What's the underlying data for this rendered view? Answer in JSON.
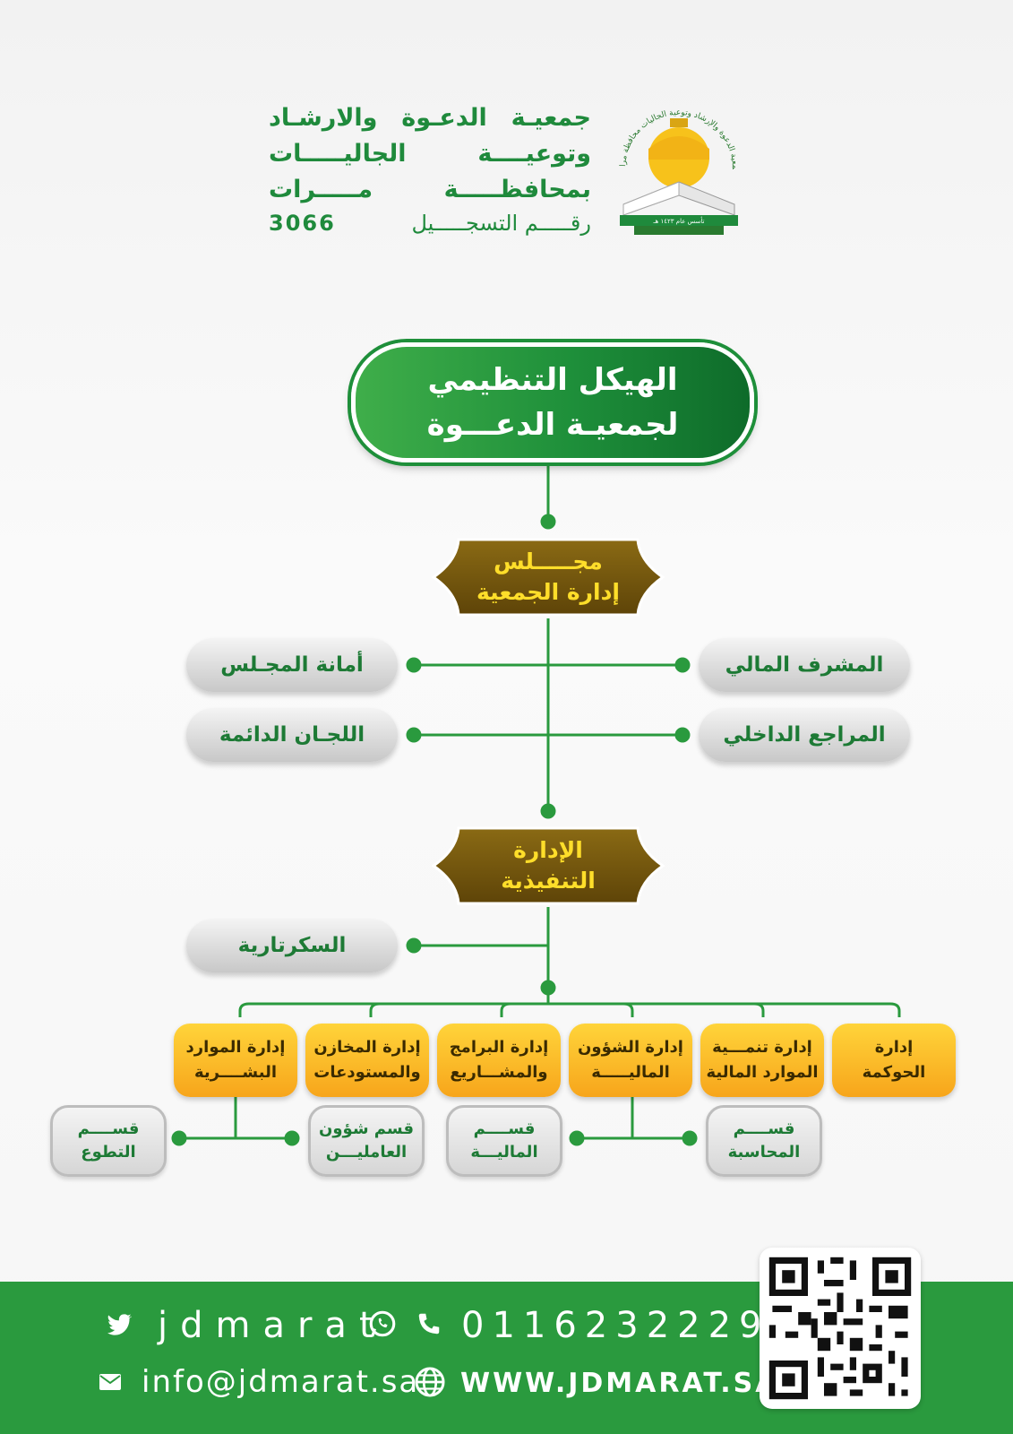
{
  "header": {
    "name_line1": "جمعيـة الدعـوة والارشـاد",
    "name_line2": "وتوعيــــة الجاليـــــات",
    "name_line3": "بمحافظـــــة مـــــرات",
    "reg_label": "رقـــــم التسجـــــيل",
    "reg_number": "3066",
    "logo_arc_text": "جمعية الدعوة والإرشاد وتوعية الجاليات محافظة مرات",
    "logo_base_text": "تأسس عام ١٤٢٣ هـ"
  },
  "chart": {
    "title_line1": "الهيكل التنظيمي",
    "title_line2": "لجمعيـة الدعـــوة",
    "board_line1": "مجـــــلس",
    "board_line2": "إدارة الجمعية",
    "board_left_1": "أمانة المجـلس",
    "board_left_2": "اللجـان الدائمة",
    "board_right_1": "المشرف المالي",
    "board_right_2": "المراجع الداخلي",
    "exec_line1": "الإدارة",
    "exec_line2": "التنفيذية",
    "exec_left_1": "السكرتارية",
    "departments": [
      {
        "l1": "إدارة الموارد",
        "l2": "البشــــرية"
      },
      {
        "l1": "إدارة المخازن",
        "l2": "والمستودعات"
      },
      {
        "l1": "إدارة البرامج",
        "l2": "والمشـــاريع"
      },
      {
        "l1": "إدارة الشؤون",
        "l2": "الماليـــــة"
      },
      {
        "l1": "إدارة تنمـــية",
        "l2": "الموارد المالية"
      },
      {
        "l1": "إدارة",
        "l2": "الحوكمة"
      }
    ],
    "sections": [
      {
        "l1": "قســــم",
        "l2": "التطوع"
      },
      {
        "l1": "قسم شؤون",
        "l2": "العامليـــن"
      },
      {
        "l1": "قســــم",
        "l2": "الماليـــة"
      },
      {
        "l1": "قســــم",
        "l2": "المحاسبة"
      }
    ]
  },
  "footer": {
    "twitter": "jdmarat",
    "phone": "0116232229",
    "email": "info@jdmarat.sa",
    "website": "WWW.JDMARAT.SA"
  },
  "colors": {
    "green": "#1f8a3c",
    "brown": "#7a5a0c",
    "yellow_text": "#ffde2a",
    "orange": "#f7a51b",
    "footer_green": "#2a9a3e"
  }
}
